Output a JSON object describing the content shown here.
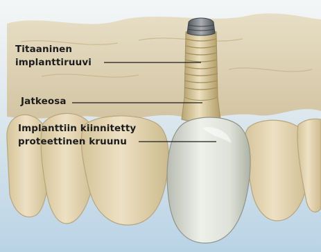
{
  "labels": {
    "screw": {
      "line1": "Titaaninen",
      "line2": "implanttiruuvi"
    },
    "abutment": {
      "line1": "Jatkeosa"
    },
    "crown": {
      "line1": "Implanttiin kiinnitetty",
      "line2": "proteettinen kruunu"
    }
  },
  "colors": {
    "background": "#c6ddeb",
    "gum": "#d8cba8",
    "tooth": "#e4d6b4",
    "crown": "#dde0d6",
    "implant": "#d2bf8e",
    "screw_tip": "#6f7479",
    "leader_line": "#1c1c1c"
  }
}
